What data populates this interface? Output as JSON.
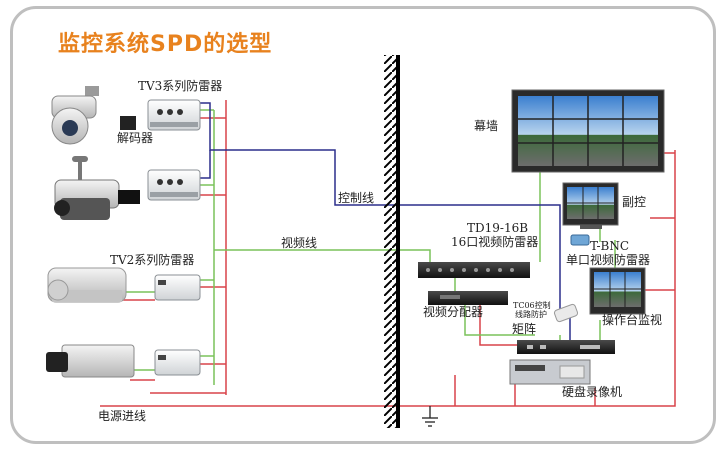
{
  "title": "监控系统SPD的选型",
  "labels": {
    "tv3": "TV3系列防雷器",
    "decoder": "解码器",
    "tv2": "TV2系列防雷器",
    "control_line": "控制线",
    "video_line": "视频线",
    "power_line": "电源进线",
    "screen_wall": "幕墙",
    "sub_control": "副控",
    "td19_model": "TD19-16B",
    "td19_desc": "16口视频防雷器",
    "tbnc_model": "T-BNC",
    "tbnc_desc": "单口视频防雷器",
    "console": "操作台监视",
    "splitter": "视频分配器",
    "tc06_a": "TC06控制",
    "tc06_b": "线路防护",
    "matrix": "矩阵",
    "dvr": "硬盘录像机"
  },
  "colors": {
    "title": "#e8821e",
    "power_wire": "#d9434a",
    "video_wire": "#7ac25a",
    "control_wire": "#2b2f8c"
  }
}
